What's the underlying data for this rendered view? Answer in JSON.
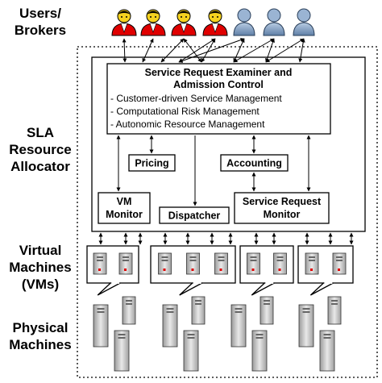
{
  "row_labels": {
    "users": [
      "Users/",
      "Brokers"
    ],
    "sla": [
      "SLA",
      "Resource",
      "Allocator"
    ],
    "vms": [
      "Virtual",
      "Machines",
      "(VMs)"
    ],
    "physical": [
      "Physical",
      "Machines"
    ]
  },
  "examiner": {
    "title_lines": [
      "Service Request Examiner and",
      "Admission Control"
    ],
    "items": [
      "- Customer-driven Service Management",
      "- Computational Risk Management",
      "- Autonomic Resource Management"
    ]
  },
  "pricing": "Pricing",
  "accounting": "Accounting",
  "vm_monitor": [
    "VM",
    "Monitor"
  ],
  "dispatcher": "Dispatcher",
  "request_monitor": [
    "Service Request",
    "Monitor"
  ],
  "users": [
    {
      "type": "broker",
      "color": "#e00000"
    },
    {
      "type": "broker",
      "color": "#e00000"
    },
    {
      "type": "broker",
      "color": "#e00000"
    },
    {
      "type": "broker",
      "color": "#e00000"
    },
    {
      "type": "user",
      "color": "#8aa7c8"
    },
    {
      "type": "user",
      "color": "#8aa7c8"
    },
    {
      "type": "user",
      "color": "#8aa7c8"
    }
  ],
  "vm_groups": [
    2,
    3,
    2,
    2
  ],
  "physical_groups": 4,
  "colors": {
    "broker": "#e00000",
    "user": "#8aa7c8",
    "line": "#000000"
  }
}
